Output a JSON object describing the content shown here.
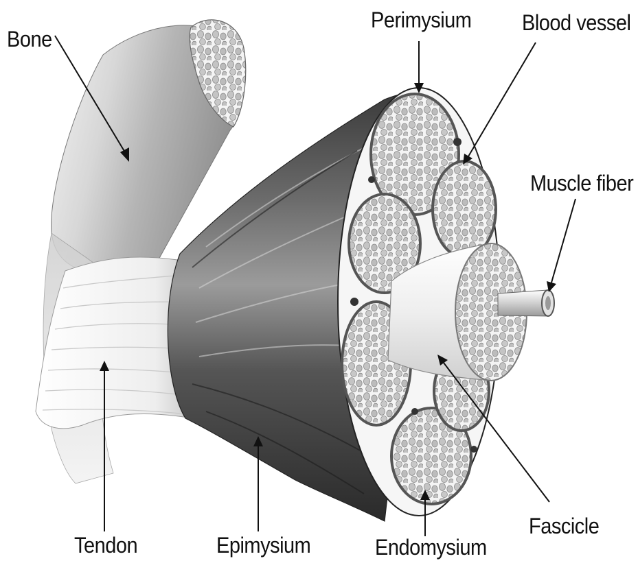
{
  "labels": {
    "bone": "Bone",
    "perimysium": "Perimysium",
    "blood_vessel": "Blood vessel",
    "muscle_fiber": "Muscle fiber",
    "tendon": "Tendon",
    "epimysium": "Epimysium",
    "endomysium": "Endomysium",
    "fascicle": "Fascicle"
  },
  "colors": {
    "ink": "#111111",
    "muscle_dark": "#2e2e2e",
    "muscle_mid": "#777777",
    "bone": "#cfcfcf",
    "tissue_light": "#f2f2f2",
    "cell": "#bdbdbd"
  }
}
